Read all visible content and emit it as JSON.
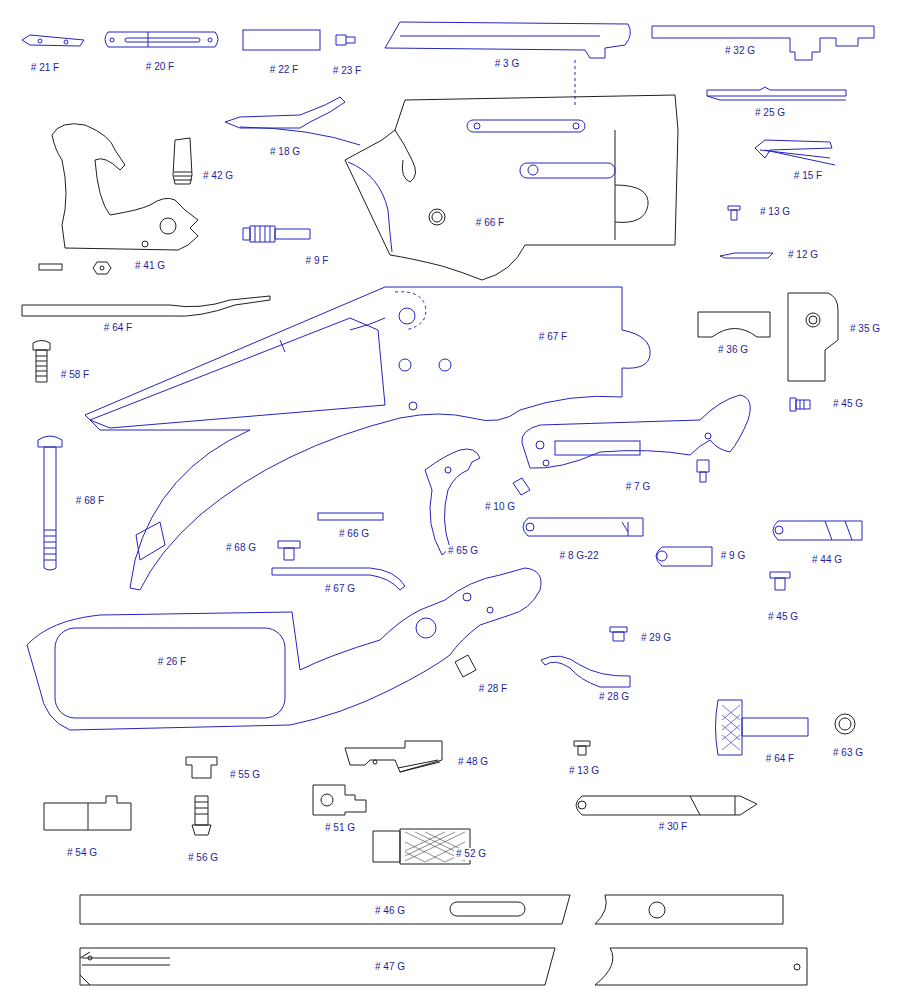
{
  "diagram": {
    "labels": [
      "# 21 F",
      "# 20 F",
      "# 22 F",
      "# 23 F",
      "# 3 G",
      "# 32 G",
      "# 25 G",
      "# 18 G",
      "# 42 G",
      "# 15 F",
      "# 13 G",
      "# 66 F",
      "# 41 G",
      "# 9 F",
      "# 12 G",
      "# 64 F",
      "# 67 F",
      "# 36 G",
      "# 35 G",
      "# 58 F",
      "# 45 G",
      "# 68 F",
      "# 7 G",
      "# 10 G",
      "# 68 G",
      "# 66 G",
      "# 65 G",
      "# 8 G-22",
      "# 9 G",
      "# 44 G",
      "# 67 G",
      "# 45 G",
      "# 29 G",
      "# 26 F",
      "# 28 F",
      "# 28 G",
      "# 64 F",
      "# 63 G",
      "# 55 G",
      "# 48 G",
      "# 13 G",
      "# 30 F",
      "# 51 G",
      "# 54 G",
      "# 56 G",
      "# 52 G",
      "# 46 G",
      "# 47 G"
    ]
  }
}
